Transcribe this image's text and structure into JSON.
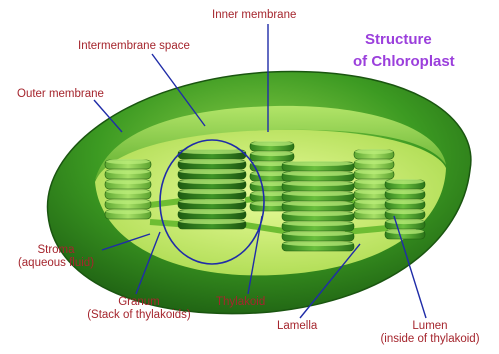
{
  "title": {
    "line1": "Structure",
    "line2": "of Chloroplast"
  },
  "labels": {
    "inner_membrane": "Inner membrane",
    "intermembrane_space": "Intermembrane space",
    "outer_membrane": "Outer membrane",
    "stroma_line1": "Stroma",
    "stroma_line2": "(aqueous fluid)",
    "granum_line1": "Granum",
    "granum_line2": "(Stack of thylakoids)",
    "thylakoid": "Thylakoid",
    "lamella": "Lamella",
    "lumen_line1": "Lumen",
    "lumen_line2": "(inside of thylakoid)"
  },
  "colors": {
    "label_text": "#a5252d",
    "title_text": "#9b3fdc",
    "leader_line": "#1f2ca8",
    "outer_green": "#2f8a1d",
    "inner_green": "#c9ec6a",
    "stack_green": "#3f9c2a"
  }
}
